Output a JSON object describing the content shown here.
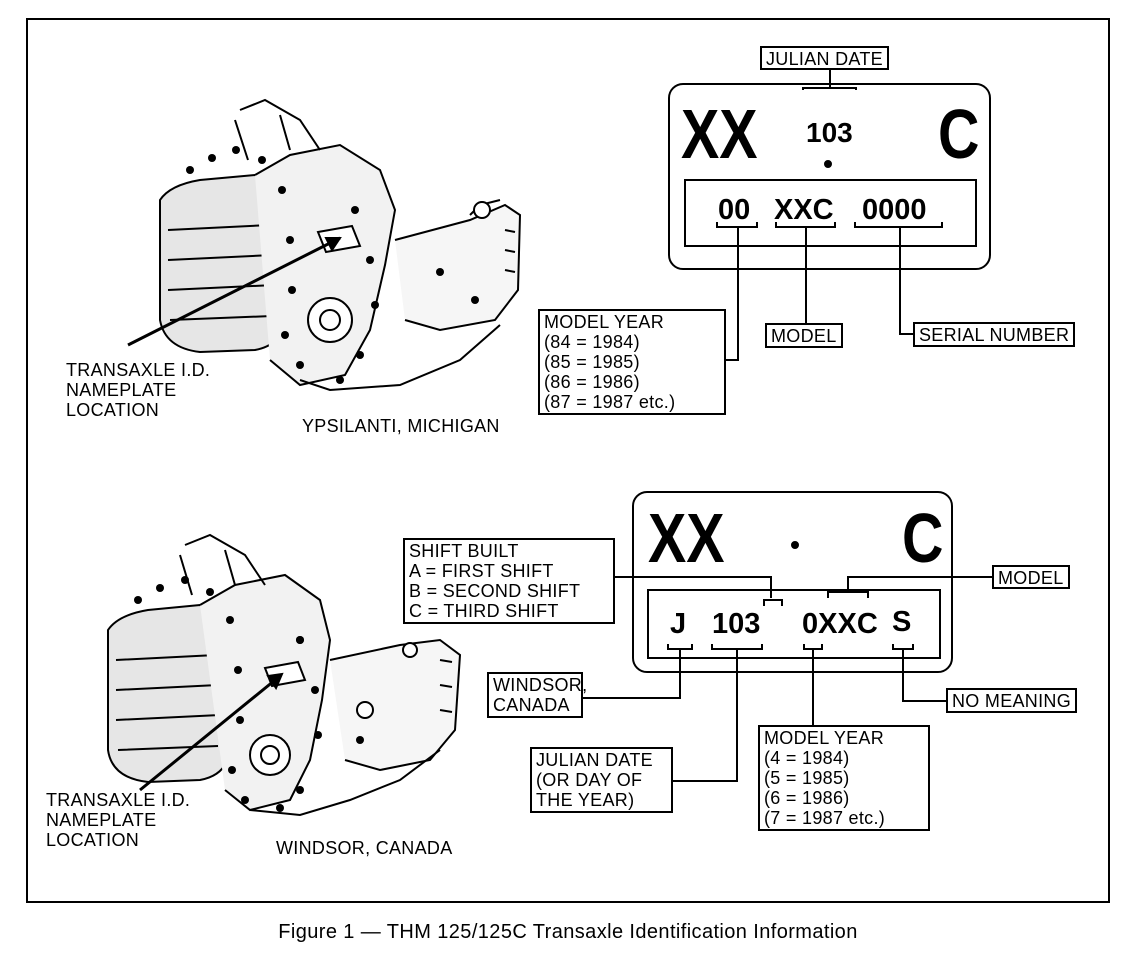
{
  "top": {
    "location_label": [
      "TRANSAXLE I.D.",
      "NAMEPLATE",
      "LOCATION"
    ],
    "plant_caption": "YPSILANTI, MICHIGAN",
    "plate": {
      "big_left": "XX",
      "big_right": "C",
      "julian_code": "103",
      "model_year_code": "00",
      "model_code": "XXC",
      "serial_code": "0000"
    },
    "julian_date_label": "JULIAN DATE",
    "model_label": "MODEL",
    "serial_label": "SERIAL NUMBER",
    "model_year_box": [
      "MODEL YEAR",
      "(84  =  1984)",
      "(85  =  1985)",
      "(86  =  1986)",
      "(87  =  1987 etc.)"
    ]
  },
  "bottom": {
    "location_label": [
      "TRANSAXLE I.D.",
      "NAMEPLATE",
      "LOCATION"
    ],
    "plant_caption": "WINDSOR, CANADA",
    "plate": {
      "big_left": "XX",
      "big_right": "C",
      "plant_code": "J",
      "julian_code": "103",
      "model_code": "0XXC",
      "suffix_code": "S"
    },
    "shift_box": [
      "SHIFT BUILT",
      "A  =  FIRST SHIFT",
      "B  =  SECOND SHIFT",
      "C  =  THIRD SHIFT"
    ],
    "model_label": "MODEL",
    "plant_box": [
      "WINDSOR,",
      "CANADA"
    ],
    "no_meaning_label": "NO MEANING",
    "julian_box": [
      "JULIAN DATE",
      "(OR DAY OF",
      "THE YEAR)"
    ],
    "model_year_box": [
      "MODEL YEAR",
      "(4  =  1984)",
      "(5  =  1985)",
      "(6  =  1986)",
      "(7  =  1987 etc.)"
    ]
  },
  "caption": "Figure 1  —  THM 125/125C Transaxle Identification Information"
}
